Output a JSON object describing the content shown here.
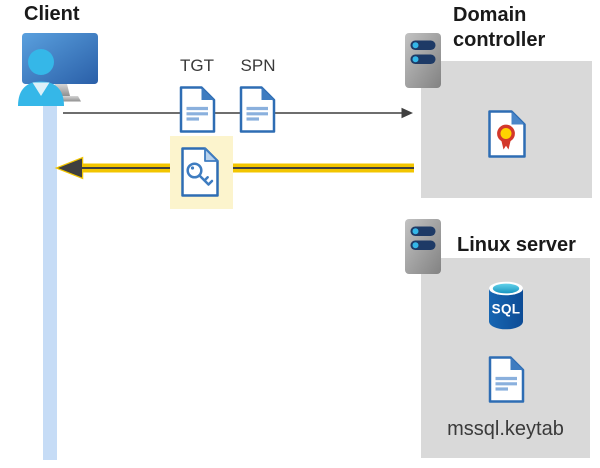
{
  "client": {
    "label": "Client"
  },
  "tickets": {
    "tgt_label": "TGT",
    "spn_label": "SPN"
  },
  "domain_controller": {
    "label": "Domain controller"
  },
  "linux_server": {
    "label": "Linux server",
    "sql_label": "SQL",
    "keytab_label": "mssql.keytab"
  },
  "icons": {
    "client": "user-monitor-icon",
    "lifeline": "client-timeline-bar",
    "request": "arrow-right-icon",
    "response": "arrow-left-icon",
    "tgt": "document-icon",
    "spn": "document-icon",
    "service_ticket": "key-document-icon",
    "domain_controller": "server-icon",
    "certificate": "certificate-document-icon",
    "linux_server": "server-icon",
    "database": "sql-database-icon",
    "keytab": "document-icon"
  },
  "colors": {
    "highlight_yellow": "#fcf4cd",
    "arrow_yellow": "#f2c500",
    "arrow_dark": "#3f3f3f",
    "line_gray": "#595959",
    "box_gray": "#d9d9d9",
    "lifeline_blue": "#c6dcf6",
    "doc_border_blue": "#2e6db4",
    "doc_fold_blue": "#3e7cc0",
    "doc_line_blue": "#8ab0dd",
    "person_cyan": "#35b7e8",
    "server_pill_navy": "#1e3a66",
    "cert_red": "#d3382b",
    "cert_yellow": "#ffd400",
    "text_dark": "#1a1a1a",
    "text_gray": "#3a3a3a"
  }
}
